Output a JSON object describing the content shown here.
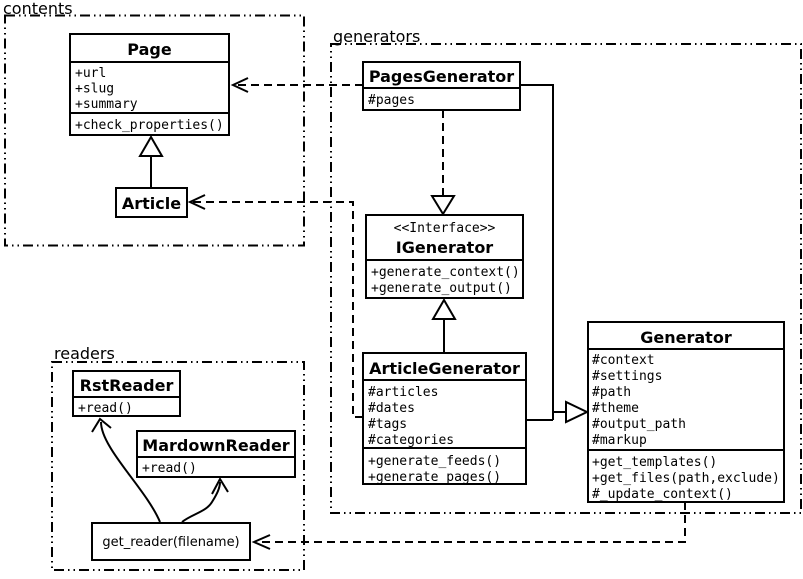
{
  "packages": [
    {
      "name": "contents"
    },
    {
      "name": "generators"
    },
    {
      "name": "readers"
    }
  ],
  "classes": {
    "page": {
      "name": "Page",
      "attributes": [
        "+url",
        "+slug",
        "+summary"
      ],
      "methods": [
        "+check_properties()"
      ]
    },
    "article": {
      "name": "Article"
    },
    "pagesGenerator": {
      "name": "PagesGenerator",
      "attributes": [
        "#pages"
      ]
    },
    "iGenerator": {
      "stereotype": "<<Interface>>",
      "name": "IGenerator",
      "methods": [
        "+generate_context()",
        "+generate_output()"
      ]
    },
    "articleGenerator": {
      "name": "ArticleGenerator",
      "attributes": [
        "#articles",
        "#dates",
        "#tags",
        "#categories"
      ],
      "methods": [
        "+generate_feeds()",
        "+generate_pages()"
      ]
    },
    "generator": {
      "name": "Generator",
      "attributes": [
        "#context",
        "#settings",
        "#path",
        "#theme",
        "#output_path",
        "#markup"
      ],
      "methods": [
        "+get_templates()",
        "+get_files(path,exclude)",
        "#_update_context()"
      ]
    },
    "rstReader": {
      "name": "RstReader",
      "methods": [
        "+read()"
      ]
    },
    "mardownReader": {
      "name": "MardownReader",
      "methods": [
        "+read()"
      ]
    },
    "getReader": {
      "name": "get_reader(filename)"
    }
  },
  "relationships": [
    {
      "from": "Article",
      "to": "Page",
      "type": "inheritance"
    },
    {
      "from": "PagesGenerator",
      "to": "IGenerator",
      "type": "realization"
    },
    {
      "from": "ArticleGenerator",
      "to": "IGenerator",
      "type": "inheritance"
    },
    {
      "from": "PagesGenerator",
      "to": "Generator",
      "type": "inheritance"
    },
    {
      "from": "ArticleGenerator",
      "to": "Generator",
      "type": "inheritance"
    },
    {
      "from": "PagesGenerator",
      "to": "Page",
      "type": "dependency"
    },
    {
      "from": "ArticleGenerator",
      "to": "Article",
      "type": "dependency"
    },
    {
      "from": "Generator",
      "to": "get_reader(filename)",
      "type": "dependency"
    },
    {
      "from": "get_reader(filename)",
      "to": "RstReader",
      "type": "arrow"
    },
    {
      "from": "get_reader(filename)",
      "to": "MardownReader",
      "type": "arrow"
    }
  ],
  "colors": {
    "line": "#000000",
    "background": "#ffffff",
    "box_fill": "#ffffff"
  }
}
